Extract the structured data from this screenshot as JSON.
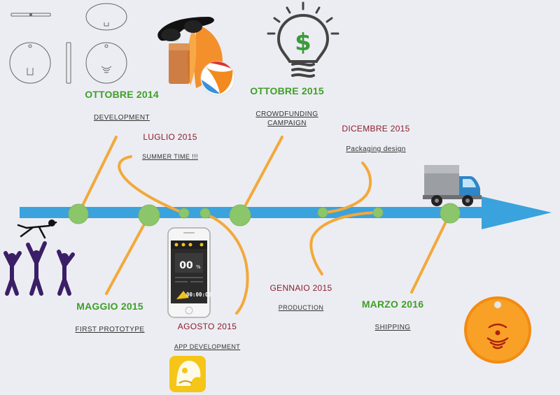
{
  "milestones": [
    {
      "date": "OTTOBRE 2014",
      "label": "DEVELOPMENT"
    },
    {
      "date": "MAGGIO 2015",
      "label": "FIRST PROTOTYPE"
    },
    {
      "date": "LUGLIO 2015",
      "label": "SUMMER TIME !!!"
    },
    {
      "date": "AGOSTO 2015",
      "label": "APP DEVELOPMENT"
    },
    {
      "date": "OTTOBRE 2015",
      "label": "CROWDFUNDING CAMPAIGN"
    },
    {
      "date": "DICEMBRE 2015",
      "label": "Packaging design"
    },
    {
      "date": "GENNAIO 2015",
      "label": "PRODUCTION"
    },
    {
      "date": "MARZO 2016",
      "label": "SHIPPING"
    }
  ],
  "phone": {
    "display": "00",
    "unit": "%",
    "timer": "00:00:00"
  },
  "bulb_symbol": "$",
  "icons": [
    "device-sketch-icon",
    "summer-icon",
    "lightbulb-dollar-icon",
    "delivery-truck-icon",
    "celebration-crowd-icon",
    "smartphone-app-icon",
    "app-logo-icon",
    "orange-tracker-icon"
  ],
  "colors": {
    "axis": "#3aa2dc",
    "node": "#8cc66a",
    "branch": "#f2a93b",
    "major": "#3f9f2a",
    "minor": "#8b1d2a"
  }
}
